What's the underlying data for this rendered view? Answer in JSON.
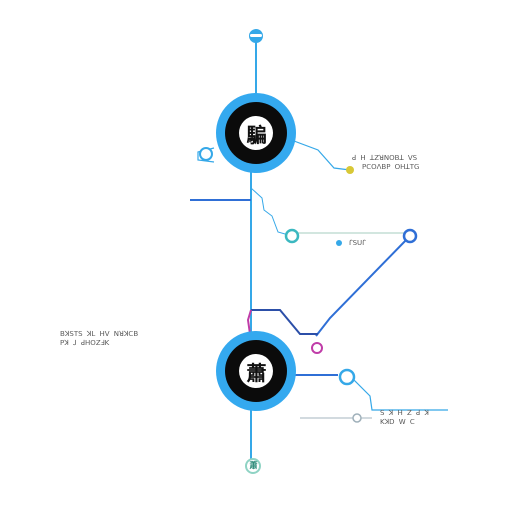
{
  "colors": {
    "background": "#ffffff",
    "primary_line": "#2f6fd6",
    "light_line": "#35a8e8",
    "hub_ring": "#34a9ef",
    "hub_core": "#0b0b0b",
    "navy_line": "#2c4fa8",
    "magenta": "#c03ca8",
    "yellow_dot": "#d8c836",
    "teal_dot": "#3bb8c0",
    "dim_line": "#b8c4cc"
  },
  "hubs": [
    {
      "label": "騙",
      "icon": "circle-glyph-icon"
    },
    {
      "label": "蕭",
      "icon": "circle-glyph-icon"
    }
  ],
  "bottom_node_label": "蕭",
  "labels": {
    "right_top": [
      "ꓒ ꓧ ꓕꓜꓤꓠꓳꓐꓕ ꓦꓢ",
      "ꓑꓚꓳꓥꓐꓑ ꓳꓧꓕꓔꓖ"
    ],
    "middle": "ꓩꓢꓴꓩ",
    "left": [
      "ꓐꓘꓢꓔꓢ ꓘꓡ ꓧꓦ ꓠꓤꓘꓚꓐ",
      "ꓑꓘ ꓙ ꓒꓧꓳꓜꓞꓗ"
    ],
    "bottom_right": [
      "ꓢ ꓘ ꓧ ꓜ ꓒ ꓘ",
      "ꓗꓘꓓ ꓪ ꓚ"
    ]
  }
}
